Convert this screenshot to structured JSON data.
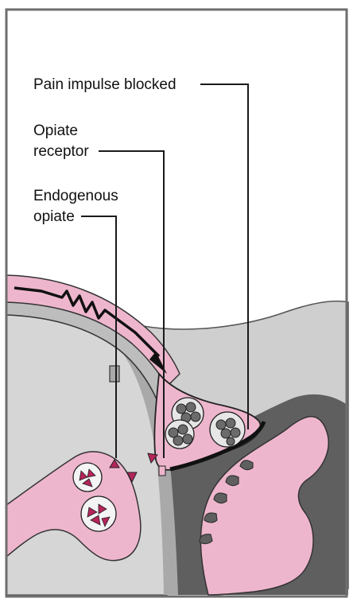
{
  "labels": {
    "pain_impulse_blocked": "Pain impulse blocked",
    "opiate_receptor": [
      "Opiate",
      "receptor"
    ],
    "endogenous_opiate": [
      "Endogenous",
      "opiate"
    ]
  },
  "colors": {
    "background": "#ffffff",
    "frame": "#6e6e6e",
    "light_gray": "#cfcfcf",
    "mid_gray": "#a9a9a9",
    "dark_gray": "#5f5f5f",
    "pink": "#eeb6cd",
    "magenta": "#b5245a",
    "line": "#1a1a1a"
  }
}
